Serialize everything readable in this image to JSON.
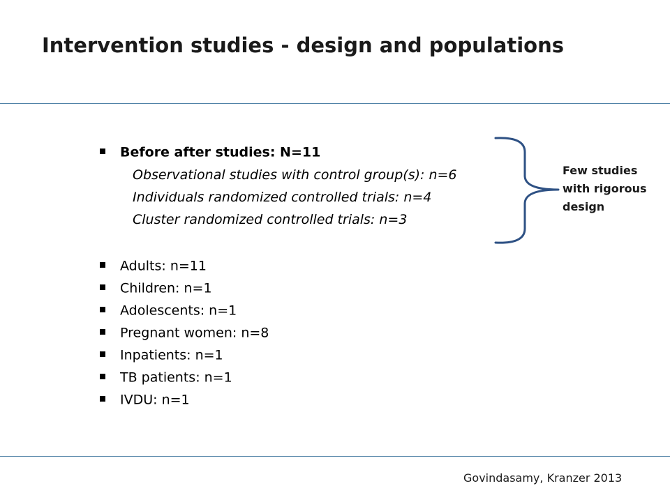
{
  "slide": {
    "title": "Intervention studies - design and populations",
    "main_bullet": "Before after studies: N=11",
    "sub_items": [
      "Observational studies with control group(s): n=6",
      "Individuals randomized controlled trials: n=4",
      "Cluster randomized controlled trials: n=3"
    ],
    "population_bullets": [
      "Adults: n=11",
      "Children: n=1",
      "Adolescents: n=1",
      "Pregnant women: n=8",
      "Inpatients: n=1",
      "TB patients: n=1",
      "IVDU: n=1"
    ],
    "brace_note": "Few studies with rigorous design",
    "citation": "Govindasamy, Kranzer 2013"
  },
  "colors": {
    "rule": "#4f81a6",
    "brace": "#2e5184"
  },
  "icons": {
    "bullet": "square-bullet-icon",
    "brace": "right-curly-brace-icon"
  }
}
